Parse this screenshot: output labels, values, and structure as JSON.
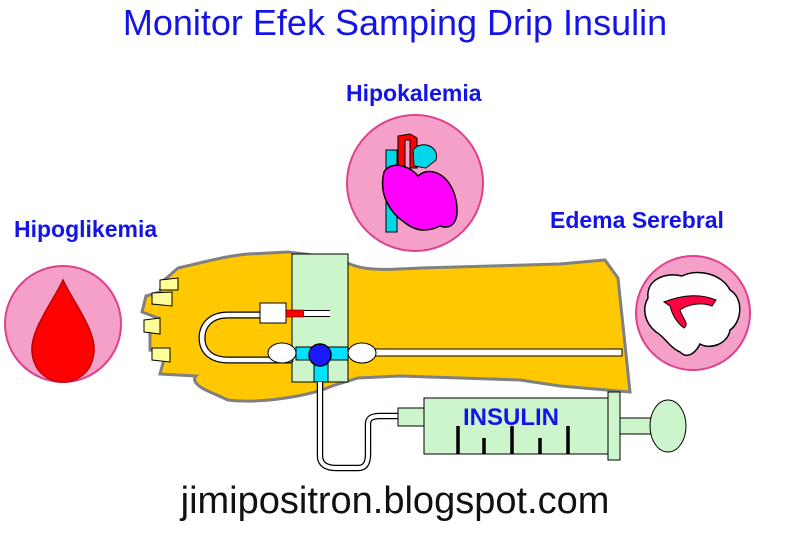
{
  "title": "Monitor Efek Samping Drip Insulin",
  "labels": {
    "hypokalemia": "Hipokalemia",
    "hypoglycemia": "Hipoglikemia",
    "cerebral_edema": "Edema Serebral",
    "syringe": "INSULIN"
  },
  "footer": "jimipositron.blogspot.com",
  "colors": {
    "title": "#1414e6",
    "circle_fill": "#f4a0c8",
    "circle_stroke": "#e0408c",
    "arm": "#ffc800",
    "blood_drop": "#ff0000",
    "heart": "#ff00ff",
    "bandage": "#ccf5cc",
    "valve": "#1a1aff",
    "syringe": "#ccf5cc"
  },
  "icons": [
    "blood-drop-icon",
    "heart-icon",
    "brain-icon",
    "syringe-icon",
    "iv-valve-icon"
  ]
}
